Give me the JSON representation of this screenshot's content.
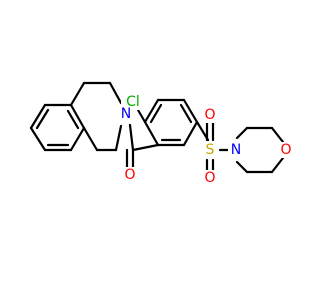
{
  "molecule": {
    "atoms": {
      "cl": {
        "label": "Cl",
        "color": "#00b000"
      },
      "o_carbonyl": {
        "label": "O",
        "color": "#ff0000"
      },
      "n_amide": {
        "label": "N",
        "color": "#0000ff"
      },
      "s_sulfonyl": {
        "label": "S",
        "color": "#c8a800"
      },
      "o_sulfonyl_top": {
        "label": "O",
        "color": "#ff0000"
      },
      "o_sulfonyl_bottom": {
        "label": "O",
        "color": "#ff0000"
      },
      "n_morpholine": {
        "label": "N",
        "color": "#0000ff"
      },
      "o_morpholine": {
        "label": "O",
        "color": "#ff0000"
      }
    },
    "bond_color": "#000000"
  }
}
